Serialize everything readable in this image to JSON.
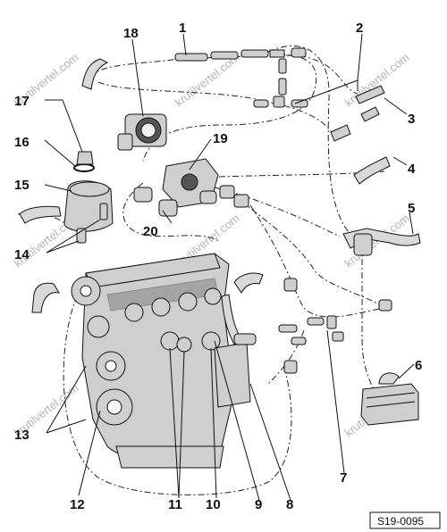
{
  "diagram": {
    "callouts": [
      "1",
      "2",
      "3",
      "4",
      "5",
      "6",
      "7",
      "8",
      "9",
      "10",
      "11",
      "12",
      "13",
      "14",
      "15",
      "16",
      "17",
      "18",
      "19",
      "20"
    ],
    "watermark": "krutilvertel.com",
    "figure_ref": "S19-0095"
  }
}
